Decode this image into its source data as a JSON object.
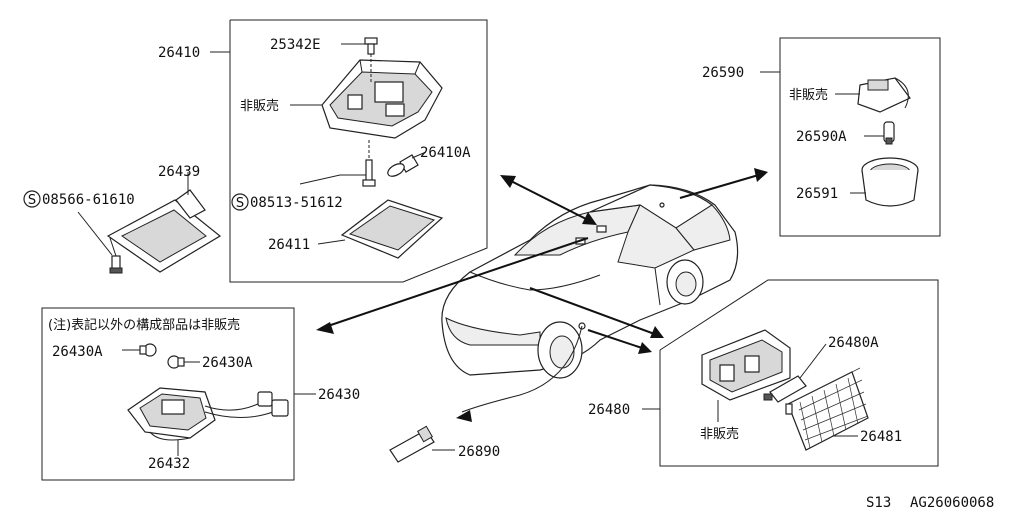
{
  "parts": {
    "p26410": "26410",
    "p25342e": "25342E",
    "p26439": "26439",
    "p08566": "08566-61610",
    "p08513": "08513-51612",
    "p26410a": "26410A",
    "p26411": "26411",
    "p26590": "26590",
    "p26590a": "26590A",
    "p26591": "26591",
    "p26430": "26430",
    "p26430a_left": "26430A",
    "p26430a_right": "26430A",
    "p26432": "26432",
    "p26890": "26890",
    "p26480": "26480",
    "p26480a": "26480A",
    "p26481": "26481"
  },
  "notes": {
    "not_for_sale_1": "非販売",
    "not_for_sale_2": "非販売",
    "not_for_sale_3": "非販売",
    "footnote": "(注)表記以外の構成部品は非販売"
  },
  "symbols": {
    "bolt_symbol_1": "S",
    "bolt_symbol_2": "S"
  },
  "footer": {
    "page_code": "S13",
    "diagram_code": "AG26060068"
  }
}
